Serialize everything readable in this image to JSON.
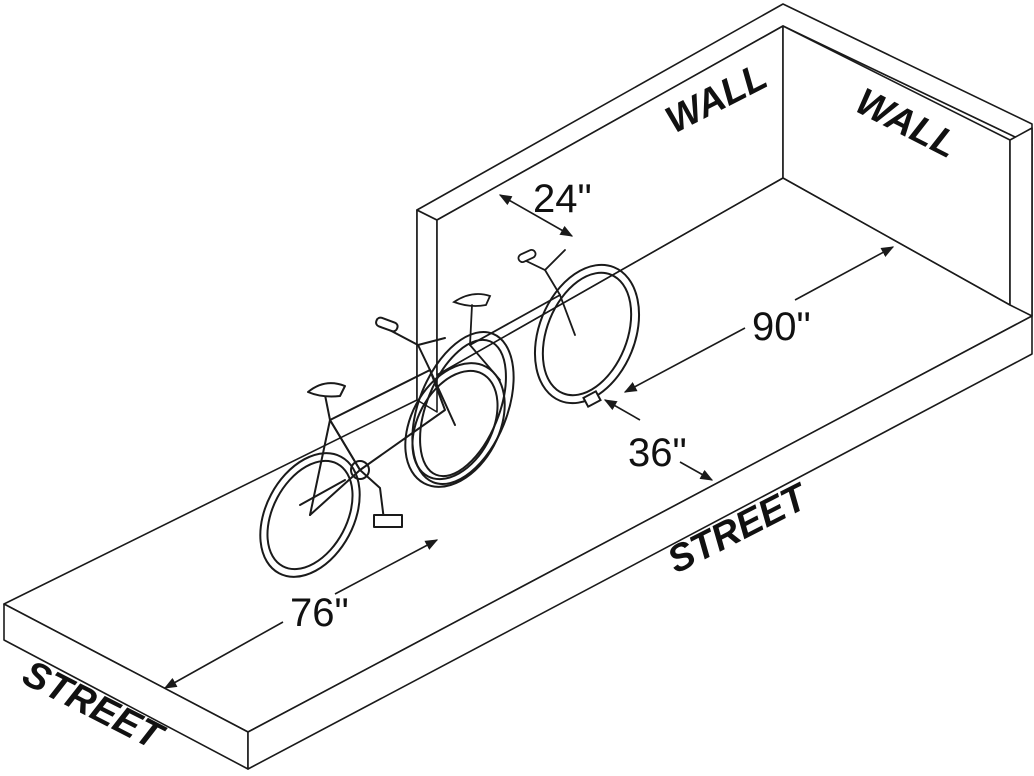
{
  "labels": {
    "wall_back": "WALL",
    "wall_right": "WALL",
    "street_front": "STREET",
    "street_left": "STREET"
  },
  "dimensions": {
    "wall_clearance": "24\"",
    "rack_length": "90\"",
    "street_clearance": "36\"",
    "bike_length": "76\""
  },
  "colors": {
    "line": "#1a1a1a",
    "fill": "#ffffff",
    "text": "#111111"
  }
}
